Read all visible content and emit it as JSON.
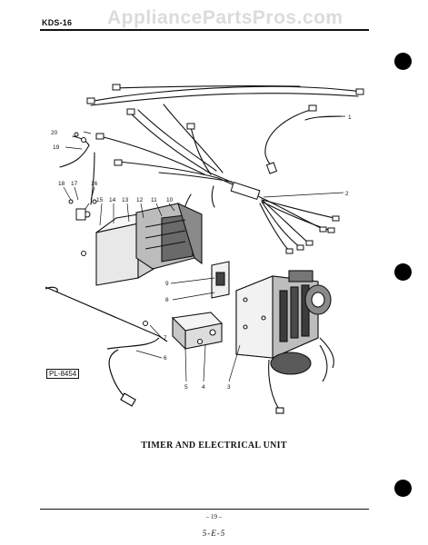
{
  "header": {
    "code": "KDS-16",
    "watermark": "AppliancePartsPros.com"
  },
  "plate_label": "PL-8454",
  "caption": "TIMER AND ELECTRICAL UNIT",
  "page_number": "– 19 –",
  "handwritten_note": "5-E-5",
  "callouts": {
    "c1": "1",
    "c2": "2",
    "c3": "3",
    "c4": "4",
    "c5": "5",
    "c6": "6",
    "c7": "7",
    "c8": "8",
    "c9": "9",
    "c10": "10",
    "c11": "11",
    "c12": "12",
    "c13": "13",
    "c14": "14",
    "c15": "15",
    "c16": "16",
    "c17": "17",
    "c18": "18",
    "c19": "19",
    "c20": "20"
  }
}
